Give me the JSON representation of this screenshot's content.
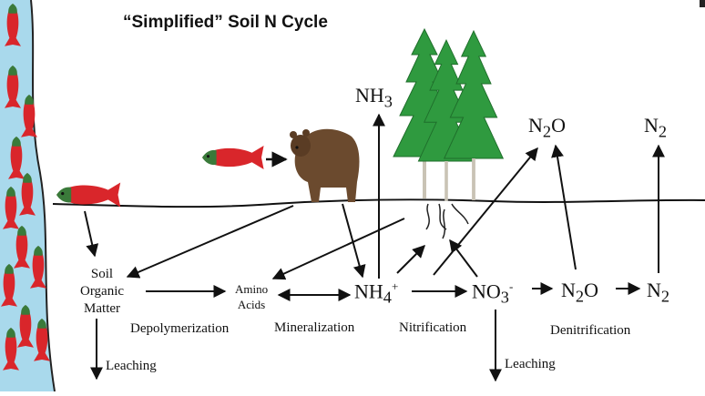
{
  "title": "“Simplified” Soil N Cycle",
  "compounds": {
    "nh3": {
      "base": "NH",
      "sub": "3"
    },
    "n2o_top": {
      "a": "N",
      "sub": "2",
      "b": "O"
    },
    "n2_top": {
      "a": "N",
      "sub": "2"
    },
    "nh4": {
      "base": "NH",
      "sub": "4",
      "sup": "+"
    },
    "no3": {
      "base": "NO",
      "sub": "3",
      "sup": "-"
    },
    "n2o_mid": {
      "a": "N",
      "sub": "2",
      "b": "O"
    },
    "n2_mid": {
      "a": "N",
      "sub": "2"
    }
  },
  "pools": {
    "soil_om": [
      "Soil",
      "Organic",
      "Matter"
    ],
    "amino": [
      "Amino",
      "Acids"
    ]
  },
  "processes": {
    "depolymerization": "Depolymerization",
    "mineralization": "Mineralization",
    "nitrification": "Nitrification",
    "denitrification": "Denitrification",
    "leaching_left": "Leaching",
    "leaching_right": "Leaching"
  },
  "colors": {
    "river": "#a9d9ec",
    "salmon_body": "#d9262b",
    "salmon_head": "#3a7a3a",
    "bear": "#6b4a2e",
    "tree": "#2f9a3f",
    "arrow": "#111111"
  }
}
